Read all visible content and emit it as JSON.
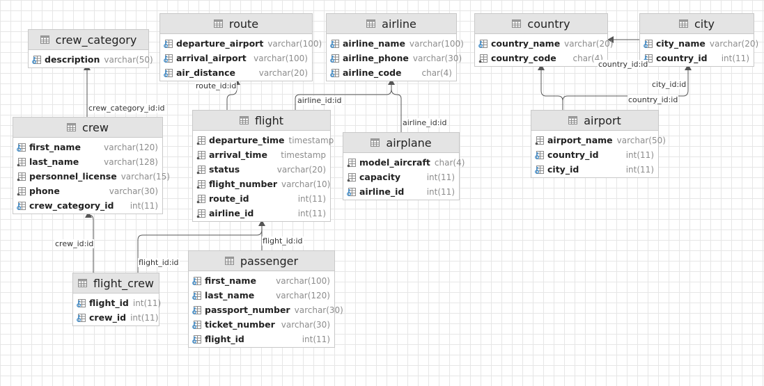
{
  "colors": {
    "header_bg": "#e4e4e4",
    "border": "#c8c8c8",
    "wire": "#555555",
    "column_name": "#222222",
    "column_type": "#8c8c8c",
    "key_icon": "#3d8fd1"
  },
  "tables": {
    "crew_category": {
      "title": "crew_category",
      "columns": [
        {
          "name": "description",
          "type": "varchar(50)",
          "icon": "key-column-icon"
        }
      ]
    },
    "route": {
      "title": "route",
      "columns": [
        {
          "name": "departure_airport",
          "type": "varchar(100)",
          "icon": "key-column-icon"
        },
        {
          "name": "arrival_airport",
          "type": "varchar(100)",
          "icon": "key-column-icon"
        },
        {
          "name": "air_distance",
          "type": "varchar(20)",
          "icon": "key-column-icon"
        }
      ]
    },
    "airline": {
      "title": "airline",
      "columns": [
        {
          "name": "airline_name",
          "type": "varchar(100)",
          "icon": "key-column-icon"
        },
        {
          "name": "airline_phone",
          "type": "varchar(30)",
          "icon": "key-column-icon"
        },
        {
          "name": "airline_code",
          "type": "char(4)",
          "icon": "key-column-icon"
        }
      ]
    },
    "country": {
      "title": "country",
      "columns": [
        {
          "name": "country_name",
          "type": "varchar(20)",
          "icon": "key-column-icon"
        },
        {
          "name": "country_code",
          "type": "char(4)",
          "icon": "column-icon"
        }
      ]
    },
    "city": {
      "title": "city",
      "columns": [
        {
          "name": "city_name",
          "type": "varchar(20)",
          "icon": "key-column-icon"
        },
        {
          "name": "country_id",
          "type": "int(11)",
          "icon": "key-column-icon"
        }
      ]
    },
    "crew": {
      "title": "crew",
      "columns": [
        {
          "name": "first_name",
          "type": "varchar(120)",
          "icon": "key-column-icon"
        },
        {
          "name": "last_name",
          "type": "varchar(128)",
          "icon": "column-icon"
        },
        {
          "name": "personnel_license",
          "type": "varchar(15)",
          "icon": "column-icon"
        },
        {
          "name": "phone",
          "type": "varchar(30)",
          "icon": "column-icon"
        },
        {
          "name": "crew_category_id",
          "type": "int(11)",
          "icon": "key-column-icon"
        }
      ]
    },
    "flight": {
      "title": "flight",
      "columns": [
        {
          "name": "departure_time",
          "type": "timestamp",
          "icon": "column-icon"
        },
        {
          "name": "arrival_time",
          "type": "timestamp",
          "icon": "column-icon"
        },
        {
          "name": "status",
          "type": "varchar(20)",
          "icon": "column-icon"
        },
        {
          "name": "flight_number",
          "type": "varchar(10)",
          "icon": "column-icon"
        },
        {
          "name": "route_id",
          "type": "int(11)",
          "icon": "column-icon"
        },
        {
          "name": "airline_id",
          "type": "int(11)",
          "icon": "column-icon"
        }
      ]
    },
    "airplane": {
      "title": "airplane",
      "columns": [
        {
          "name": "model_aircraft",
          "type": "char(4)",
          "icon": "column-icon"
        },
        {
          "name": "capacity",
          "type": "int(11)",
          "icon": "column-icon"
        },
        {
          "name": "airline_id",
          "type": "int(11)",
          "icon": "key-column-icon"
        }
      ]
    },
    "airport": {
      "title": "airport",
      "columns": [
        {
          "name": "airport_name",
          "type": "varchar(50)",
          "icon": "column-icon"
        },
        {
          "name": "country_id",
          "type": "int(11)",
          "icon": "key-column-icon"
        },
        {
          "name": "city_id",
          "type": "int(11)",
          "icon": "key-column-icon"
        }
      ]
    },
    "flight_crew": {
      "title": "flight_crew",
      "columns": [
        {
          "name": "flight_id",
          "type": "int(11)",
          "icon": "key-column-icon"
        },
        {
          "name": "crew_id",
          "type": "int(11)",
          "icon": "key-column-icon"
        }
      ]
    },
    "passenger": {
      "title": "passenger",
      "columns": [
        {
          "name": "first_name",
          "type": "varchar(100)",
          "icon": "key-column-icon"
        },
        {
          "name": "last_name",
          "type": "varchar(120)",
          "icon": "key-column-icon"
        },
        {
          "name": "passport_number",
          "type": "varchar(30)",
          "icon": "key-column-icon"
        },
        {
          "name": "ticket_number",
          "type": "varchar(30)",
          "icon": "key-column-icon"
        },
        {
          "name": "flight_id",
          "type": "int(11)",
          "icon": "key-column-icon"
        }
      ]
    }
  },
  "relations": [
    {
      "id": "crew-to-crew-category",
      "label": "crew_category_id:id",
      "from": "crew",
      "to": "crew_category"
    },
    {
      "id": "flight-to-route",
      "label": "route_id:id",
      "from": "flight",
      "to": "route"
    },
    {
      "id": "flight-to-airline",
      "label": "airline_id:id",
      "from": "flight",
      "to": "airline"
    },
    {
      "id": "airplane-to-airline",
      "label": "airline_id:id",
      "from": "airplane",
      "to": "airline"
    },
    {
      "id": "city-to-country",
      "label": "country_id:id",
      "from": "city",
      "to": "country"
    },
    {
      "id": "airport-to-country",
      "label": "country_id:id",
      "from": "airport",
      "to": "country"
    },
    {
      "id": "airport-to-city",
      "label": "city_id:id",
      "from": "airport",
      "to": "city"
    },
    {
      "id": "flight-crew-to-crew",
      "label": "crew_id:id",
      "from": "flight_crew",
      "to": "crew"
    },
    {
      "id": "flight-crew-to-flight",
      "label": "flight_id:id",
      "from": "flight_crew",
      "to": "flight"
    },
    {
      "id": "passenger-to-flight",
      "label": "flight_id:id",
      "from": "passenger",
      "to": "flight"
    }
  ]
}
